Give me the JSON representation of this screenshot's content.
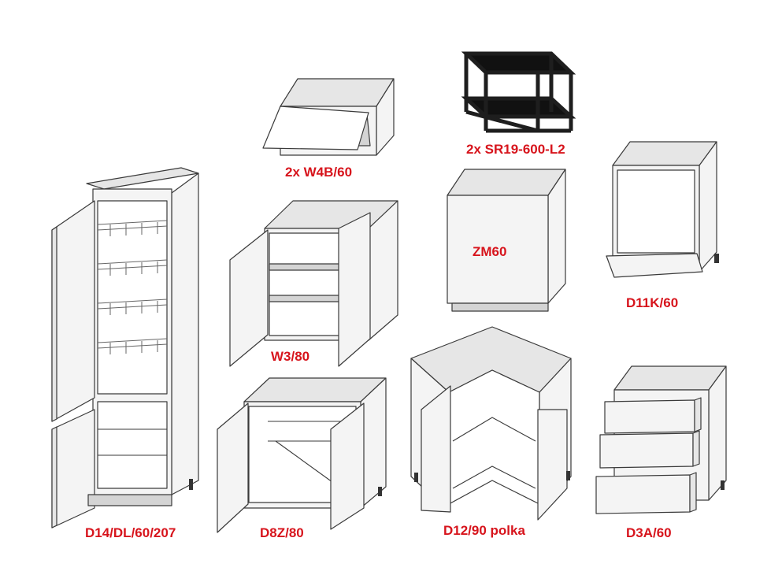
{
  "colors": {
    "label": "#d7141c",
    "line": "#3a3a3a",
    "light": "#f4f4f4",
    "mid": "#e4e4e4",
    "shade": "#d2d2d2",
    "frame": "#1e1e1e",
    "frame_fill": "#111111"
  },
  "items": [
    {
      "id": "d14",
      "label": "D14/DL/60/207"
    },
    {
      "id": "w4b",
      "label": "2x W4B/60"
    },
    {
      "id": "sr19",
      "label": "2x SR19-600-L2"
    },
    {
      "id": "w3",
      "label": "W3/80"
    },
    {
      "id": "zm60",
      "label": "ZM60"
    },
    {
      "id": "d11k",
      "label": "D11K/60"
    },
    {
      "id": "d8z",
      "label": "D8Z/80"
    },
    {
      "id": "d12",
      "label": "D12/90 polka"
    },
    {
      "id": "d3a",
      "label": "D3A/60"
    }
  ]
}
